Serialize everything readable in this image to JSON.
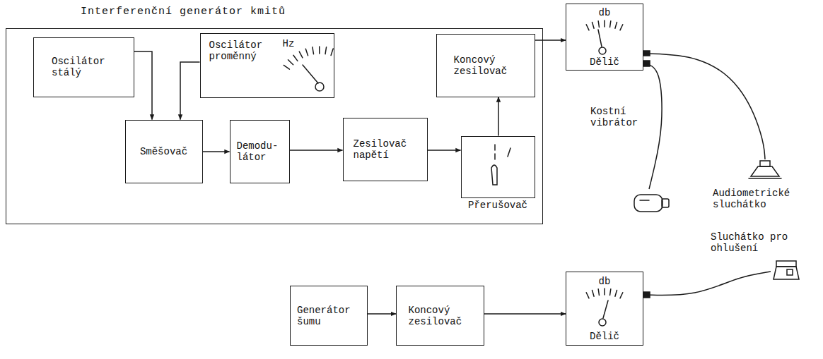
{
  "diagram": {
    "nodes": [
      {
        "text": [
          "Interferenční generátor kmitů"
        ]
      },
      {
        "text": [
          "Oscilátor stálý"
        ],
        "in": 0
      },
      {
        "text": [
          "Oscilátor proměnný",
          "Hz"
        ],
        "in": 0
      },
      {
        "text": [
          "Směšovač"
        ],
        "in": 0
      },
      {
        "text": [
          "Demodu- látor"
        ],
        "in": 0
      },
      {
        "text": [
          "Zesilovač napětí"
        ],
        "in": 0
      },
      {
        "text": [
          "Přerušovač"
        ],
        "in": 0
      },
      {
        "text": [
          "Koncový zesilovač"
        ],
        "in": 0
      },
      {
        "text": [
          "db",
          "Dělič"
        ]
      },
      {
        "text": [
          "Kostní vibrátor"
        ]
      },
      {
        "text": [
          "Audiometrické sluchátko"
        ]
      },
      {
        "text": [
          "Generátor šumu"
        ]
      },
      {
        "text": [
          "Koncový zesilovač"
        ]
      },
      {
        "text": [
          "db",
          "Dělič"
        ]
      },
      {
        "text": [
          "Sluchátko pro ohlušení"
        ]
      }
    ],
    "edges": [
      {
        "from": 1,
        "to": 3,
        "arrow": "to"
      },
      {
        "from": 2,
        "to": 3,
        "arrow": "to"
      },
      {
        "from": 3,
        "to": 4,
        "arrow": "to"
      },
      {
        "from": 4,
        "to": 5,
        "arrow": "to"
      },
      {
        "from": 5,
        "to": 6,
        "arrow": "to"
      },
      {
        "from": 6,
        "to": 7,
        "arrow": "to"
      },
      {
        "from": 7,
        "to": 8,
        "arrow": "to"
      },
      {
        "from": 8,
        "to": 9,
        "arrow": "none"
      },
      {
        "from": 8,
        "to": 10,
        "arrow": "none"
      },
      {
        "from": 11,
        "to": 12,
        "arrow": "to"
      },
      {
        "from": 12,
        "to": 13,
        "arrow": "to"
      },
      {
        "from": 13,
        "to": 14,
        "arrow": "none"
      }
    ]
  }
}
